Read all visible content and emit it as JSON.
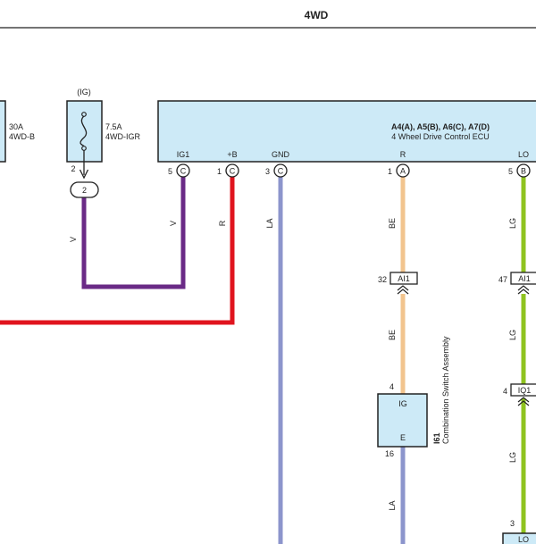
{
  "header": {
    "title": "4WD"
  },
  "fuse_30a": {
    "rating": "30A",
    "name": "4WD-B"
  },
  "fuse_7_5a": {
    "supply": "(IG)",
    "rating": "7.5A",
    "name": "4WD-IGR",
    "pin": "2",
    "junction": "2"
  },
  "ecu": {
    "part_codes": "A4(A), A5(B), A6(C), A7(D)",
    "name": "4 Wheel Drive Control ECU",
    "terminals": [
      {
        "label": "IG1",
        "pin": "5",
        "connector": "C"
      },
      {
        "label": "+B",
        "pin": "1",
        "connector": "C"
      },
      {
        "label": "GND",
        "pin": "3",
        "connector": "C"
      },
      {
        "label": "R",
        "pin": "1",
        "connector": "A"
      },
      {
        "label": "LO",
        "pin": "5",
        "connector": "B"
      }
    ]
  },
  "wires": {
    "ig1_color": "V",
    "fuse_color": "V",
    "plusb_color": "R",
    "gnd_color": "LA",
    "r_color_top": "BE",
    "r_color_mid": "BE",
    "e_color": "LA",
    "lo_color_top": "LG",
    "lo_color_mid": "LG",
    "lo_color_bottom": "LG"
  },
  "connectors": {
    "ai1_left": {
      "pin": "32",
      "code": "AI1"
    },
    "ai1_right": {
      "pin": "47",
      "code": "AI1"
    },
    "iq1": {
      "pin": "4",
      "code": "IQ1"
    }
  },
  "switch": {
    "code": "I61",
    "name": "Combination Switch Assembly",
    "pin_top": "4",
    "terminal_top": "IG",
    "terminal_bottom": "E",
    "pin_bottom": "16"
  },
  "lo_component": {
    "pin": "3",
    "terminal": "LO"
  },
  "colors": {
    "violet": "#6a2a86",
    "red": "#e0141e",
    "lavender": "#8c95cc",
    "beige": "#f2c48e",
    "lightgreen": "#8fc31f",
    "box_fill": "#cdeaf7",
    "outline": "#222222"
  }
}
